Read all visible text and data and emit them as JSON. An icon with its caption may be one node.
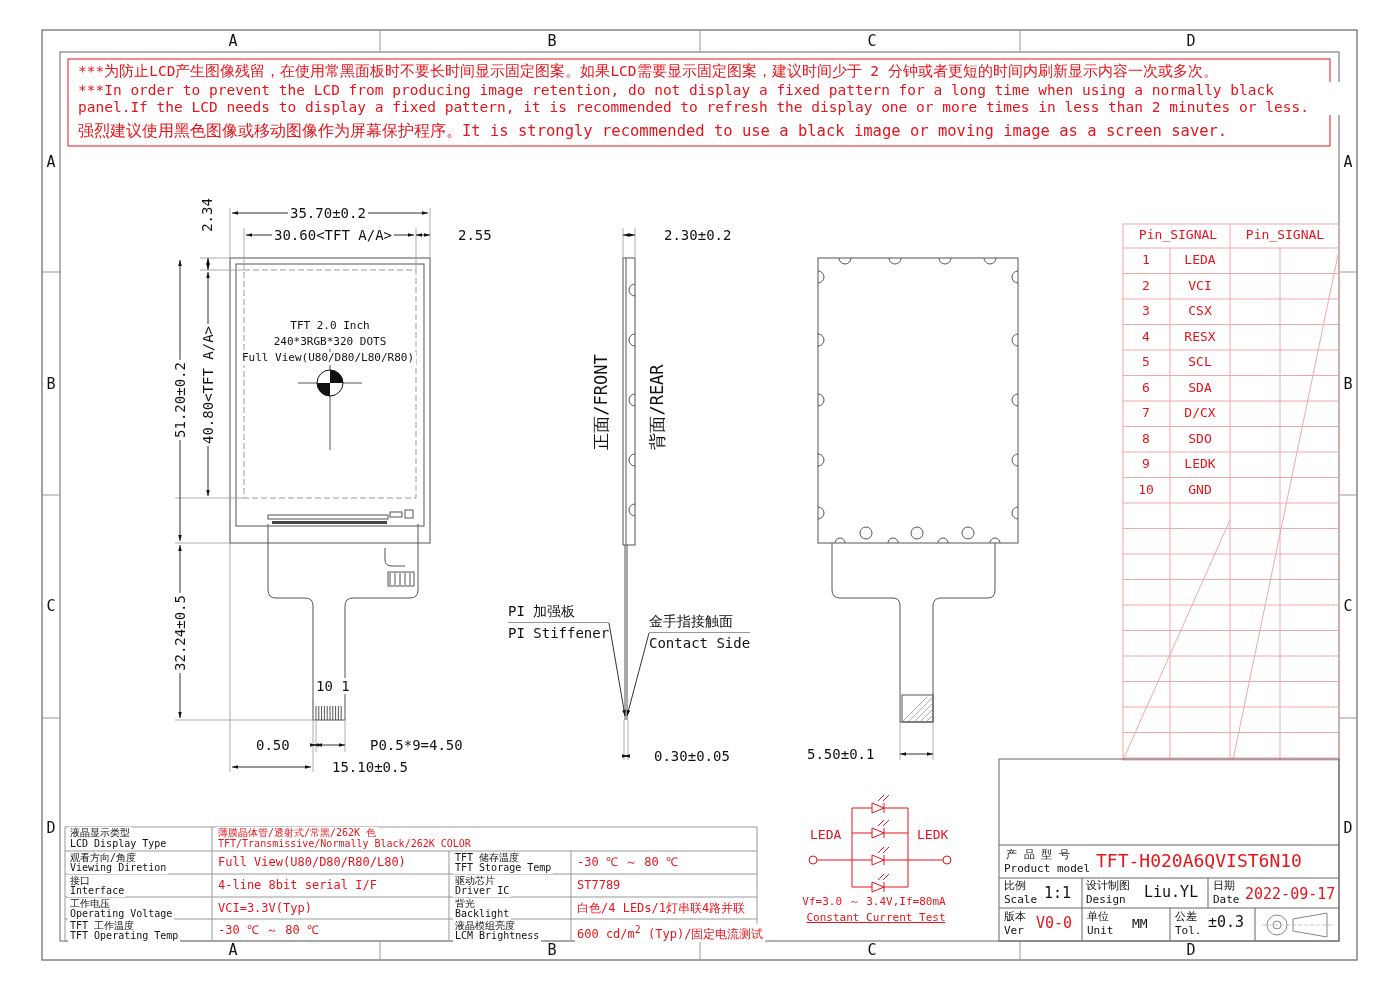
{
  "diagram": {
    "nodes": [
      {
        "text": [
          "PI 加强板",
          "PI Stiffener"
        ]
      },
      {
        "text": [
          "金手指接触面",
          "Contact Side"
        ]
      }
    ],
    "edges": [
      {
        "from": 0,
        "to": null,
        "arrow": "to"
      },
      {
        "from": 1,
        "to": null,
        "arrow": "to"
      }
    ],
    "labels": [
      "***为防止LCD产生图像残留，在使用常黑面板时不要长时间显示固定图案。如果LCD需要显示固定图案，建议时间少于 2 分钟或者更短的时间内刷新显示内容一次或多次。",
      "***In order to prevent the LCD from producing image retention, do not display a fixed pattern for a long time when using a normally black panel.If the LCD needs to display a fixed pattern, it is recommended to refresh the display one or more times in less than 2 minutes or less.",
      "强烈建议使用黑色图像或移动图像作为屏幕保护程序。It is strongly recommended to use a black image or moving image as a screen saver.",
      "A",
      "B",
      "C",
      "D",
      "A",
      "B",
      "C",
      "D",
      "A",
      "B",
      "C",
      "D",
      "A",
      "B",
      "C",
      "D",
      "2.34",
      "35.70±0.2",
      "30.60<TFT A/A>",
      "2.55",
      "TFT 2.0 Inch",
      "240*3RGB*320 DOTS",
      "Full View(U80/D80/L80/R80)",
      "51.20±0.2",
      "40.80<TFT A/A>",
      "32.24±0.5",
      "10 1",
      "0.50",
      "P0.5*9=4.50",
      "15.10±0.5",
      "2.30±0.2",
      "正面/FRONT",
      "背面/REAR",
      "0.30±0.05",
      "5.50±0.1",
      "Pin_SIGNAL",
      "Pin_SIGNAL",
      "1",
      "LEDA",
      "2",
      "VCI",
      "3",
      "CSX",
      "4",
      "RESX",
      "5",
      "SCL",
      "6",
      "SDA",
      "7",
      "D/CX",
      "8",
      "SDO",
      "9",
      "LEDK",
      "10",
      "GND",
      "LEDA",
      "LEDK",
      "Vf=3.0 ～ 3.4V,If=80mA",
      "Constant Current Test",
      "液晶显示类型",
      "LCD Display Type",
      "薄膜晶体管/透射式/常黑/262K 色",
      "TFT/Transmissive/Normally Black/262K COLOR",
      "观看方向/角度",
      "Viewing Diretion",
      "Full View(U80/D80/R80/L80)",
      "TFT 储存温度",
      "TFT Storage Temp",
      "-30 ℃ ～ 80 ℃",
      "接口",
      "Interface",
      "4-line 8bit serial I/F",
      "驱动芯片",
      "Driver IC",
      "ST7789",
      "工作电压",
      "Operating Voltage",
      "VCI=3.3V(Typ)",
      "背光",
      "Backlight",
      "白色/4 LEDs/1灯串联4路并联",
      "TFT 工作温度",
      "TFT Operating Temp",
      "-30 ℃ ～ 80 ℃",
      "液晶模组亮度",
      "LCM Brightness",
      "600 cd/m$^{2}$ (Typ)/固定电流测试",
      "产 品 型 号",
      "Product model",
      "TFT-H020A6QVIST6N10",
      "比例",
      "Scale",
      "1:1",
      "设计制图",
      "Design",
      "Liu.YL",
      "日期",
      "Date",
      "2022-09-17",
      "版本",
      "Ver",
      "V0-0",
      "单位",
      "Unit",
      "MM",
      "公差",
      "Tol.",
      "±0.3"
    ]
  }
}
